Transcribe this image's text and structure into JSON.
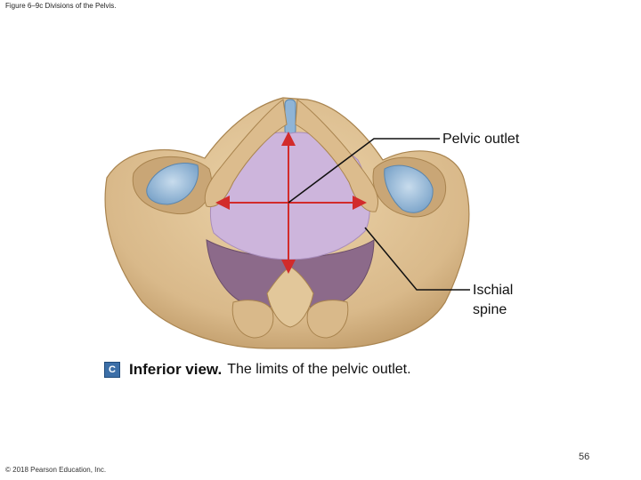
{
  "figure_title": "Figure 6–9c Divisions of the Pelvis.",
  "labels": {
    "pelvic_outlet": "Pelvic outlet",
    "ischial_spine": [
      "Ischial",
      "spine"
    ]
  },
  "caption": {
    "badge": "C",
    "bold": "Inferior view.",
    "text": "The limits of the pelvic outlet."
  },
  "page_number": "56",
  "copyright": "© 2018 Pearson Education, Inc.",
  "colors": {
    "bone": "#d9b98a",
    "bone_shadow": "#b89465",
    "cartilage": "#8fb4d6",
    "outlet": "#cdb5dc",
    "arrow": "#d22b2b",
    "deep_tissue": "#8c6a8a"
  }
}
